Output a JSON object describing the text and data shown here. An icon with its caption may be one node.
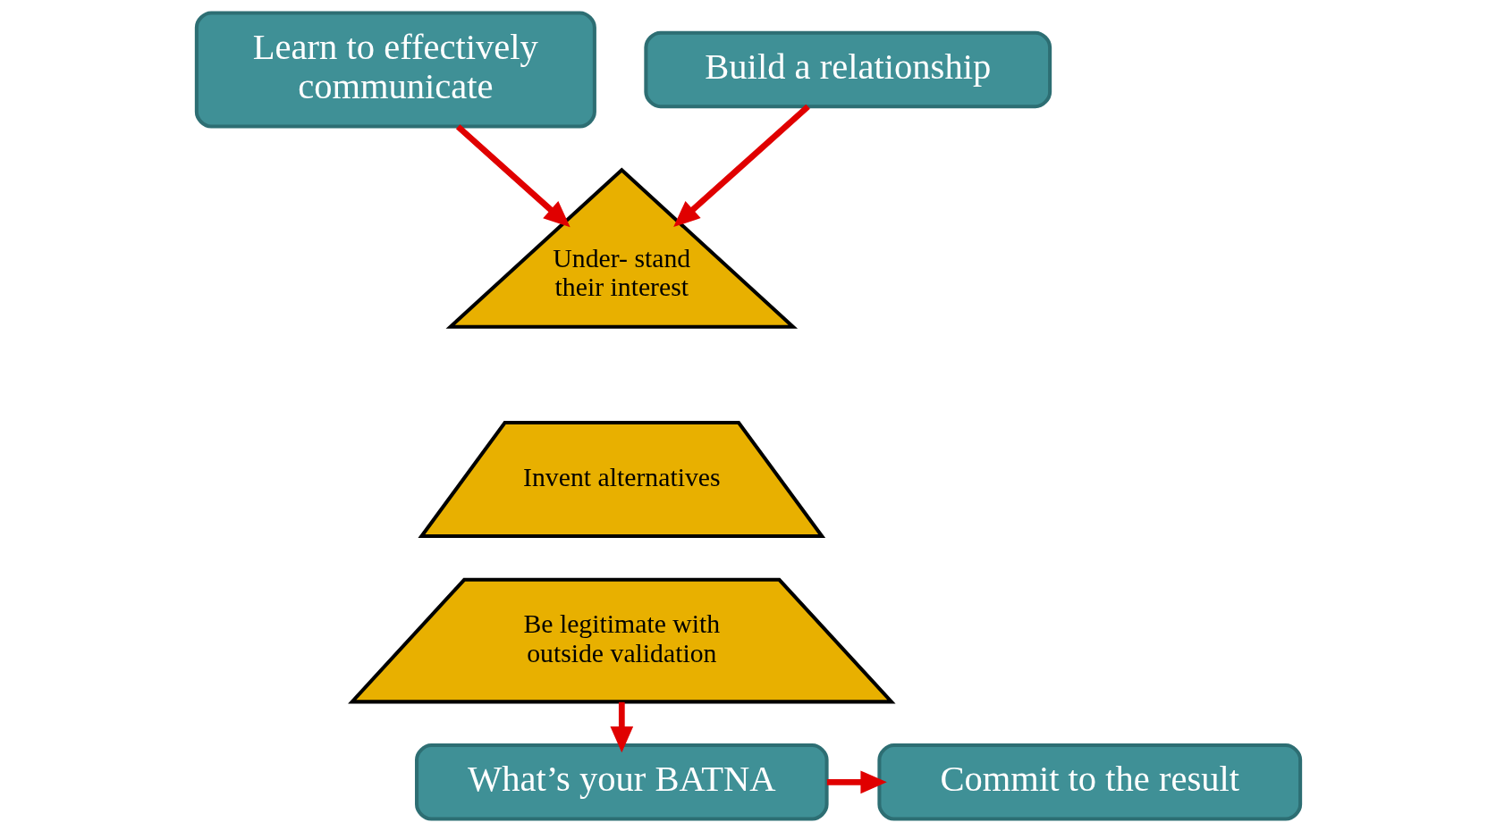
{
  "diagram": {
    "nodes": [
      {
        "text": [
          "Learn to effectively communicate"
        ]
      },
      {
        "text": [
          "Build a relationship"
        ]
      },
      {
        "text": [
          "Under- stand their interest"
        ]
      },
      {
        "text": [
          "Invent alternatives"
        ]
      },
      {
        "text": [
          "Be legitimate with outside validation"
        ]
      },
      {
        "text": [
          "What’s your BATNA"
        ]
      },
      {
        "text": [
          "Commit to the result"
        ]
      }
    ],
    "edges": [
      {
        "from": 0,
        "to": 2,
        "arrow": "to"
      },
      {
        "from": 1,
        "to": 2,
        "arrow": "to"
      },
      {
        "from": 4,
        "to": 5,
        "arrow": "to"
      },
      {
        "from": 5,
        "to": 6,
        "arrow": "to"
      }
    ]
  }
}
